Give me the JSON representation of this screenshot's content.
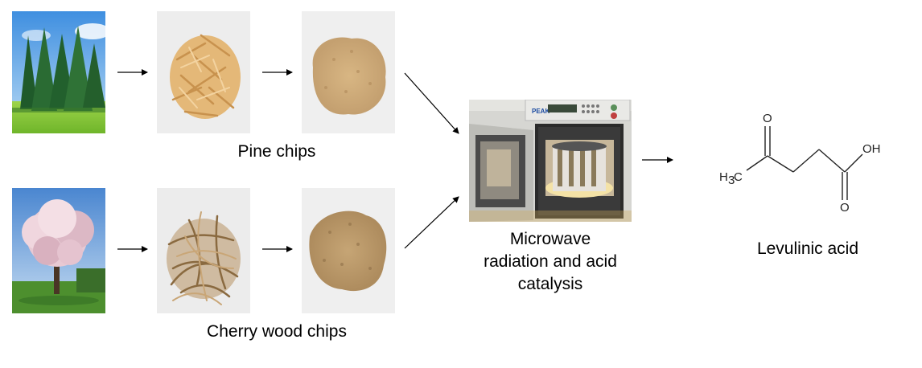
{
  "labels": {
    "pine_chips": "Pine chips",
    "cherry_chips": "Cherry wood chips",
    "process_line1": "Microwave",
    "process_line2": "radiation and acid",
    "process_line3": "catalysis",
    "product": "Levulinic acid"
  },
  "microwave": {
    "brand": "PEAK"
  },
  "molecule": {
    "methyl_label": "H",
    "methyl_subscript": "3",
    "methyl_carbon": "C",
    "ketone_oxygen": "O",
    "carbonyl_oxygen": "O",
    "hydroxyl": "OH"
  }
}
